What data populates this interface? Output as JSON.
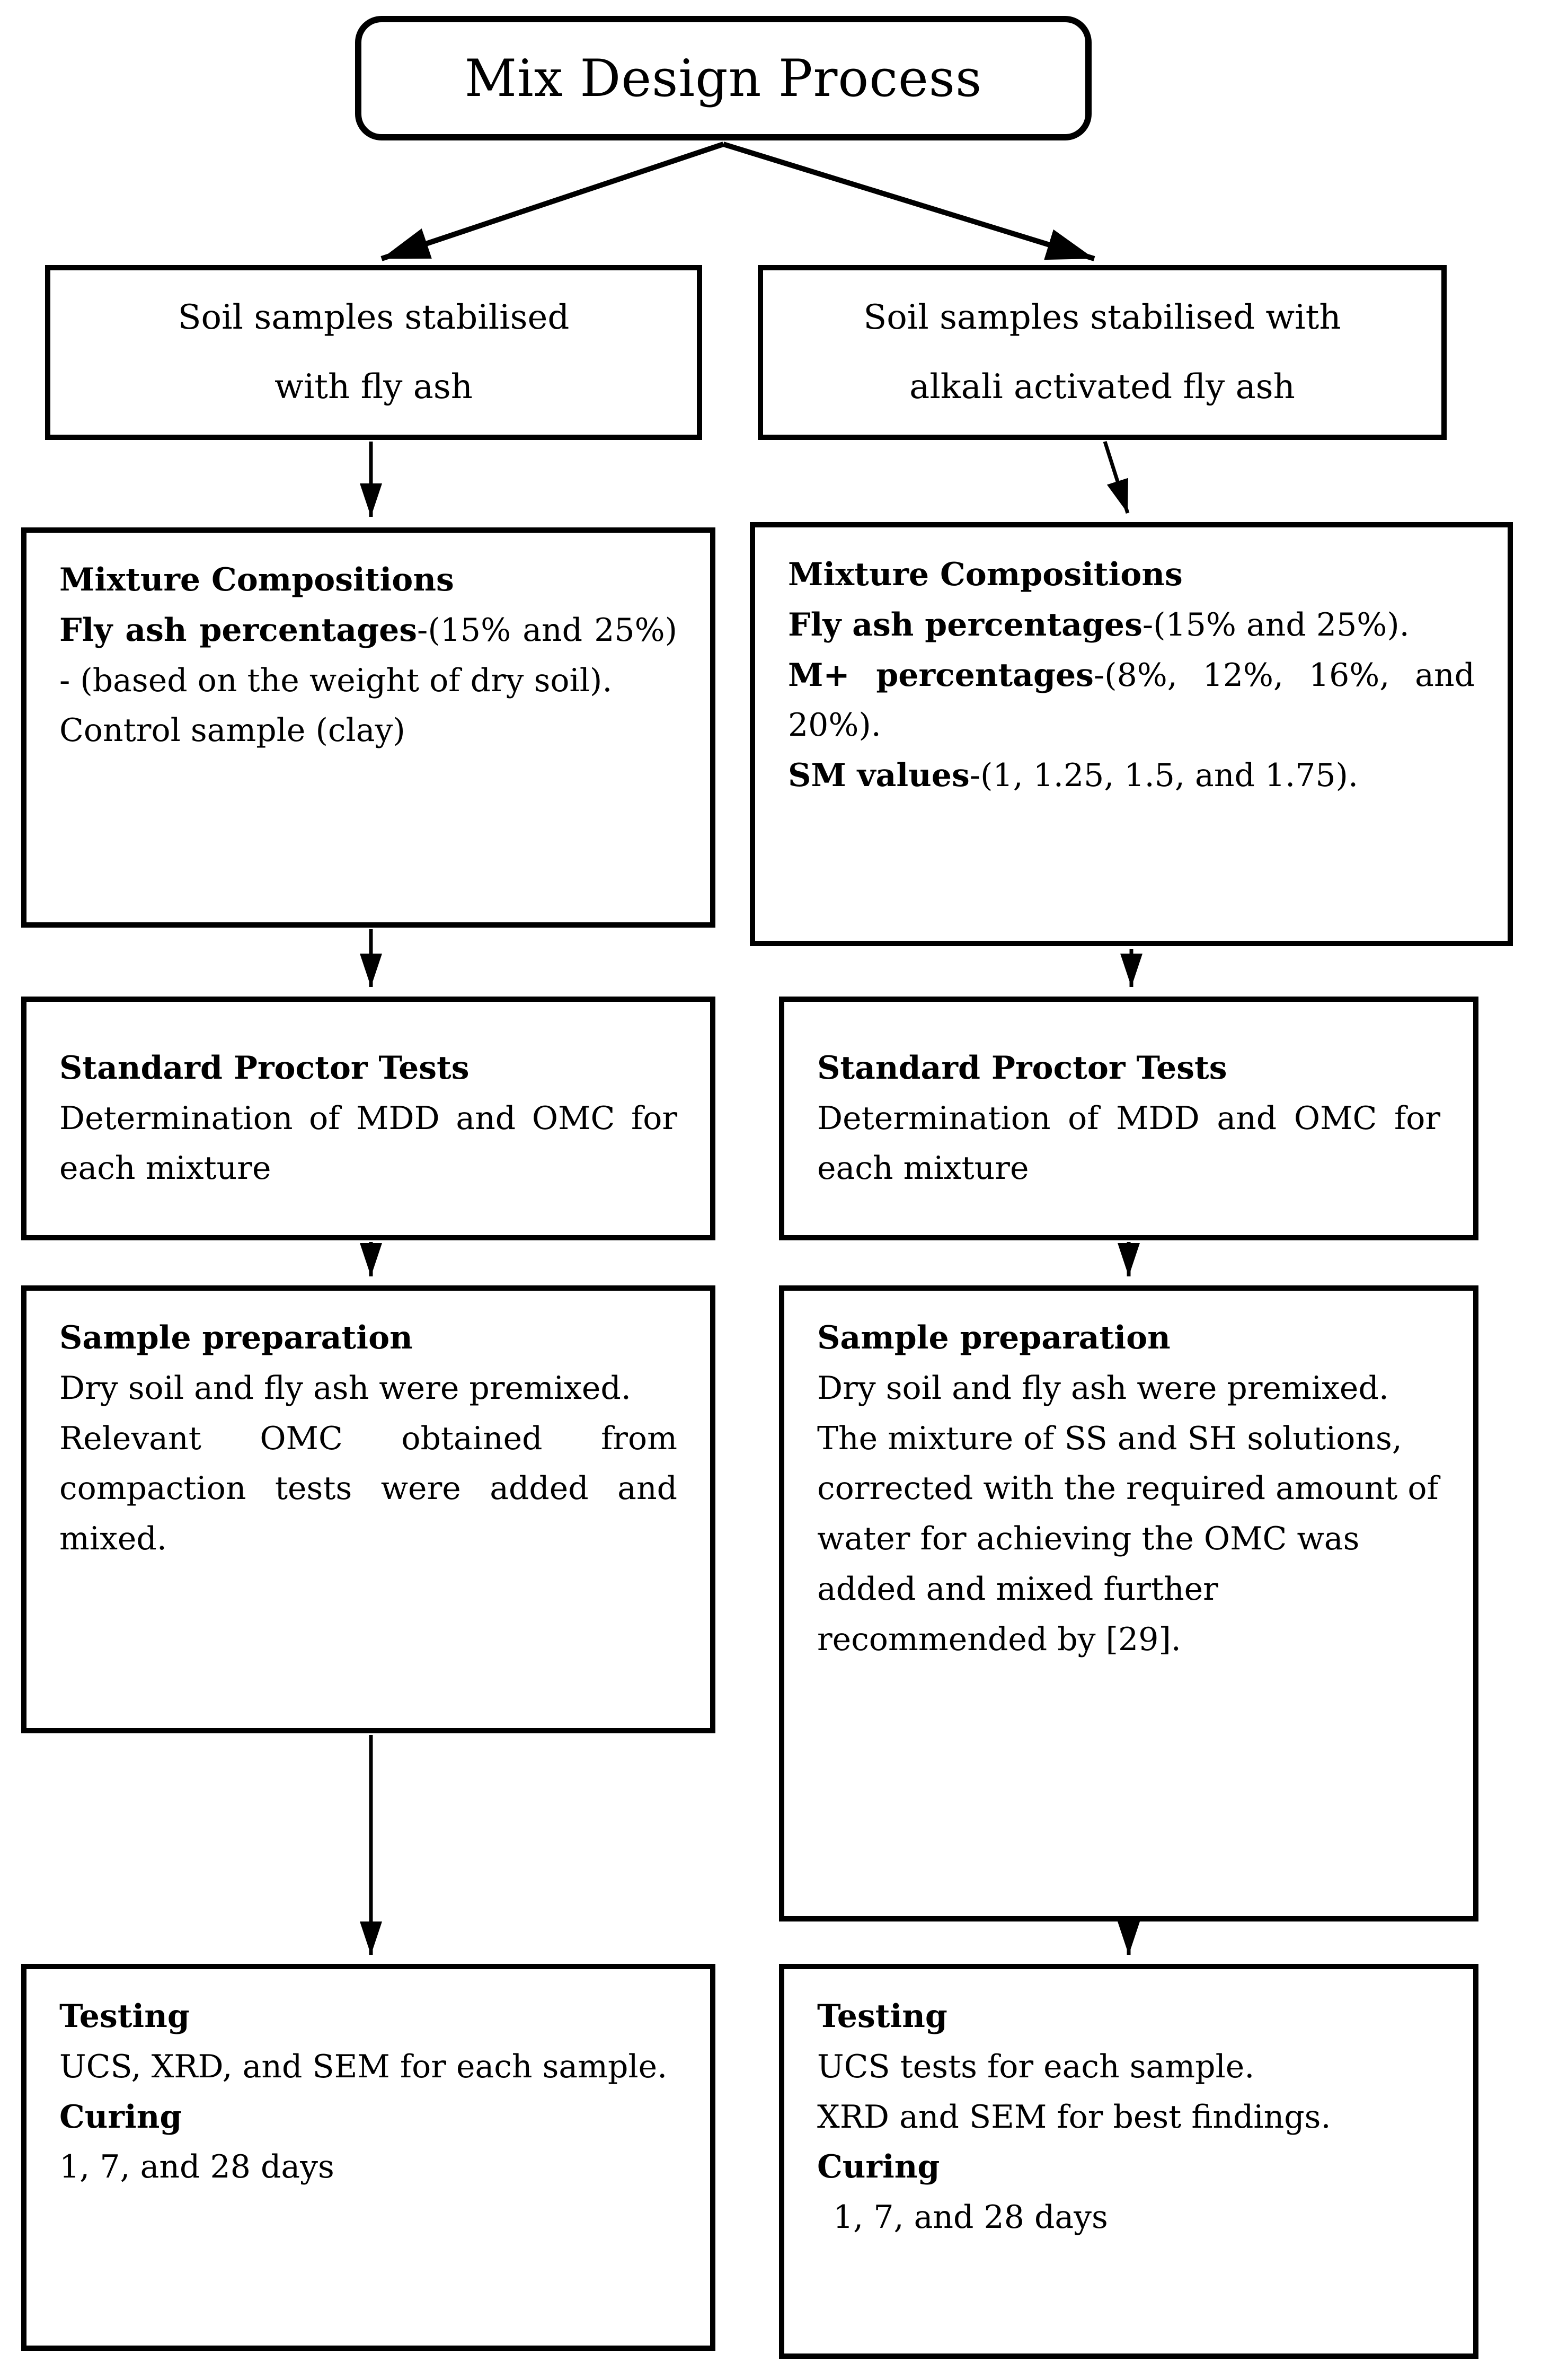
{
  "figure": {
    "title": "Mix Design Process",
    "colors": {
      "line": "#000000",
      "background": "#ffffff"
    },
    "left": {
      "branch": {
        "line1": "Soil samples stabilised",
        "line2": "with fly ash"
      },
      "mixture": {
        "heading": "Mixture Compositions",
        "fly_ash_lead": "Fly ash percentages",
        "fly_ash_text": "-(15% and 25%) - (based on the weight of dry soil).",
        "control": "Control sample (clay)"
      },
      "proctor": {
        "heading": "Standard Proctor Tests",
        "body": "Determination of MDD and OMC for each mixture"
      },
      "prep": {
        "heading": "Sample preparation",
        "p1": "Dry soil and fly ash were premixed.",
        "p2": "Relevant OMC obtained from compaction tests were added and mixed."
      },
      "testing": {
        "heading": "Testing",
        "p1": "UCS, XRD, and SEM for each sample.",
        "curing": "Curing",
        "days": "1, 7, and 28 days"
      }
    },
    "right": {
      "branch": {
        "line1": "Soil samples stabilised with",
        "line2": "alkali activated fly ash"
      },
      "mixture": {
        "heading": "Mixture Compositions",
        "fly_ash_lead": "Fly ash percentages",
        "fly_ash_text": "-(15% and 25%).",
        "m_lead": "M+ percentages",
        "m_text": "-(8%, 12%, 16%, and 20%).",
        "sm_lead": "SM values",
        "sm_text": "-(1, 1.25, 1.5, and 1.75)."
      },
      "proctor": {
        "heading": "Standard Proctor Tests",
        "body": "Determination of MDD and OMC for each mixture"
      },
      "prep": {
        "heading": "Sample preparation",
        "p1": "Dry soil and fly ash were premixed.",
        "p2": "The mixture of SS and SH solutions, corrected with the required amount of water for achieving the OMC was added and mixed further recommended by [29]."
      },
      "testing": {
        "heading": "Testing",
        "p1": "UCS tests for each sample.",
        "p2": "XRD and SEM for best findings.",
        "curing": "Curing",
        "days": "1, 7, and 28 days"
      }
    }
  }
}
